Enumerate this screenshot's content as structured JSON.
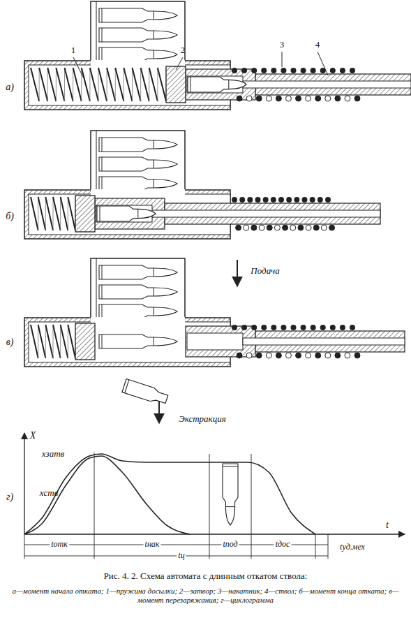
{
  "diagram": {
    "caption": "Рис. 4. 2. Схема автомата с длинным откатом ствола:",
    "labels": [
      "1",
      "2",
      "3",
      "4",
      "а)",
      "б)",
      "Подача",
      "в)",
      "Экстракция",
      "X",
      "xзатв",
      "xств",
      "t",
      "г)",
      "tотк",
      "tнак",
      "tпод",
      "tдос",
      "tуд.мех",
      "tц",
      "а—момент начала отката; 1—пружина досылки; 2—затвор; 3—накатник; 4—ствол; б—момент конца отката; в—момент перезаряжания; г—циклограмма"
    ]
  }
}
